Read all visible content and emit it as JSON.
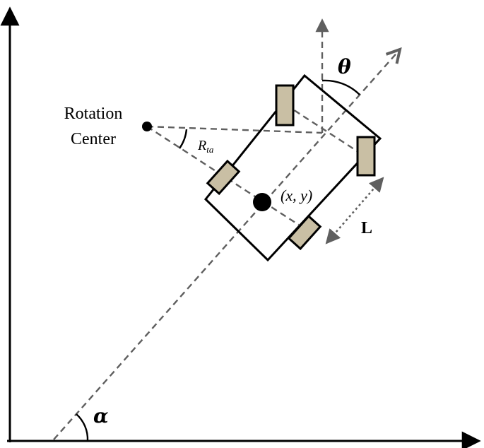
{
  "labels": {
    "rotation_center_line1": "Rotation",
    "rotation_center_line2": "Center",
    "radius_main": "R",
    "radius_sub": "ta",
    "position": "(x, y)",
    "theta": "θ",
    "alpha": "α",
    "wheelbase": "L"
  },
  "colors": {
    "ink": "#000000",
    "dashed": "#5f5f5f",
    "wheel_fill": "#c9bfa4",
    "background": "#ffffff"
  }
}
